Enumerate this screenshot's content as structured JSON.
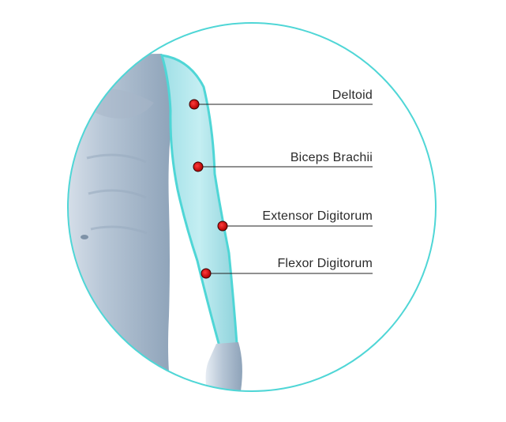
{
  "diagram": {
    "callouts": [
      {
        "id": "deltoid",
        "label": "Deltoid"
      },
      {
        "id": "biceps",
        "label": "Biceps Brachii"
      },
      {
        "id": "extensor",
        "label": "Extensor Digitorum"
      },
      {
        "id": "flexor",
        "label": "Flexor Digitorum"
      }
    ],
    "colors": {
      "ring": "#4fd6d6",
      "marker": "#cc0000",
      "marker_outline": "#3a0000",
      "leader": "#222222",
      "body": "#b9c7d6",
      "arm_glow": "#7fe8ea"
    },
    "icons": [
      "anatomy-torso-illustration",
      "muscle-marker-dot"
    ]
  }
}
